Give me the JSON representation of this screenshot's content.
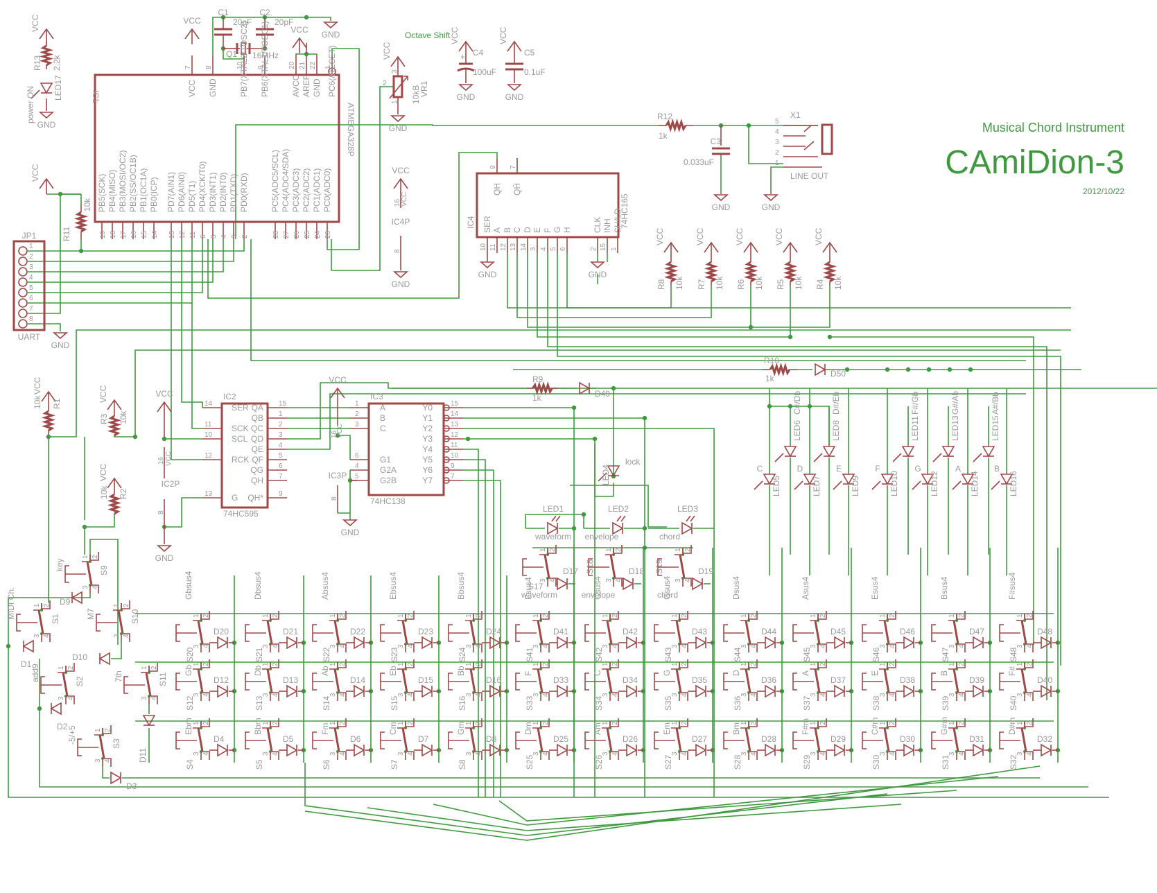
{
  "title": {
    "subtitle": "Musical Chord Instrument",
    "name": "CAmiDion-3",
    "date": "2012/10/22",
    "octave_label": "Octave Shift",
    "color": "#3f9a3f"
  },
  "colors": {
    "wire": "#3f9a3f",
    "part": "#a04848",
    "text": "#9a9a9a"
  },
  "power": {
    "vcc": "VCC",
    "gnd": "GND"
  },
  "ic1": {
    "ref": "IC1",
    "part": "ATMEGA328P",
    "top_pins": [
      {
        "num": "7",
        "name": "VCC"
      },
      {
        "num": "8",
        "name": "GND"
      },
      {
        "num": "10",
        "name": "PB7(XTAL2/TOSC2)"
      },
      {
        "num": "9",
        "name": "PB6(XTAL1/TOSC1)"
      },
      {
        "num": "20",
        "name": "AVCC"
      },
      {
        "num": "21",
        "name": "AREF"
      },
      {
        "num": "22",
        "name": "GND"
      },
      {
        "num": "1",
        "name": "PC6(/RESET)"
      }
    ],
    "bottom_pins": [
      {
        "num": "19",
        "name": "PB5(SCK)"
      },
      {
        "num": "18",
        "name": "PB4(MISO)"
      },
      {
        "num": "17",
        "name": "PB3(MOSI/OC2)"
      },
      {
        "num": "16",
        "name": "PB2(SS/OC1B)"
      },
      {
        "num": "15",
        "name": "PB1(OC1A)"
      },
      {
        "num": "14",
        "name": "PB0(ICP)"
      },
      {
        "num": "13",
        "name": "PD7(AIN1)"
      },
      {
        "num": "12",
        "name": "PD6(AIN0)"
      },
      {
        "num": "11",
        "name": "PD5(T1)"
      },
      {
        "num": "6",
        "name": "PD4(XCK/T0)"
      },
      {
        "num": "5",
        "name": "PD3(INT1)"
      },
      {
        "num": "4",
        "name": "PD2(INT0)"
      },
      {
        "num": "3",
        "name": "PD1(TXD)"
      },
      {
        "num": "2",
        "name": "PD0(RXD)"
      },
      {
        "num": "28",
        "name": "PC5(ADC5/SCL)"
      },
      {
        "num": "27",
        "name": "PC4(ADC4/SDA)"
      },
      {
        "num": "26",
        "name": "PC3(ADC3)"
      },
      {
        "num": "25",
        "name": "PC2(ADC2)"
      },
      {
        "num": "24",
        "name": "PC1(ADC1)"
      },
      {
        "num": "23",
        "name": "PC0(ADC0)"
      }
    ]
  },
  "crystal": {
    "c1": "C1",
    "c1v": "20pF",
    "c2": "C2",
    "c2v": "20pF",
    "q1": "Q1",
    "q1v": "16MHz"
  },
  "power_led": {
    "r": "R13",
    "rv": "2.2k",
    "led": "LED17",
    "label": "power ON"
  },
  "vr1": {
    "ref": "VR1",
    "value": "10kB",
    "pins": [
      "3",
      "2",
      "1"
    ]
  },
  "caps": {
    "c4": "C4",
    "c4v": "100uF",
    "c5": "C5",
    "c5v": "0.1uF",
    "c3": "C3",
    "c3v": "0.033uF"
  },
  "audio": {
    "r12": "R12",
    "r12v": "1k",
    "x1": "X1",
    "x1_label": "LINE OUT",
    "pins": [
      "5",
      "4",
      "3",
      "2",
      "1"
    ]
  },
  "ic4": {
    "ref": "IC4",
    "part": "74HC165",
    "pwr": "IC4P",
    "top_pins": [
      {
        "num": "9",
        "name": "QH"
      },
      {
        "num": "7",
        "name": "QH̄"
      }
    ],
    "bottom_pins": [
      {
        "num": "10",
        "name": "SER"
      },
      {
        "num": "11",
        "name": "A"
      },
      {
        "num": "12",
        "name": "B"
      },
      {
        "num": "13",
        "name": "C"
      },
      {
        "num": "14",
        "name": "D"
      },
      {
        "num": "3",
        "name": "E"
      },
      {
        "num": "4",
        "name": "F"
      },
      {
        "num": "5",
        "name": "G"
      },
      {
        "num": "6",
        "name": "H"
      },
      {
        "num": "2",
        "name": "CLK"
      },
      {
        "num": "15",
        "name": "INH"
      },
      {
        "num": "1",
        "name": "SH/LD"
      }
    ],
    "pwr_pins": {
      "vcc": "16",
      "gnd": "8"
    }
  },
  "pullups": [
    {
      "ref": "R8",
      "v": "10k"
    },
    {
      "ref": "R7",
      "v": "10k"
    },
    {
      "ref": "R6",
      "v": "10k"
    },
    {
      "ref": "R5",
      "v": "10k"
    },
    {
      "ref": "R4",
      "v": "10k"
    }
  ],
  "jp1": {
    "ref": "JP1",
    "label": "UART",
    "pins": [
      "1",
      "2",
      "3",
      "4",
      "5",
      "6",
      "7",
      "8"
    ]
  },
  "r11": {
    "ref": "R11",
    "v": "10k"
  },
  "r1": {
    "ref": "R1",
    "v": "10k"
  },
  "r2": {
    "ref": "R2",
    "v": "10k"
  },
  "r3": {
    "ref": "R3",
    "v": "10k"
  },
  "ic2": {
    "ref": "IC2",
    "part": "74HC595",
    "pwr": "IC2P",
    "left_pins": [
      {
        "num": "14",
        "name": "SER"
      },
      {
        "num": "11",
        "name": "SCK"
      },
      {
        "num": "10",
        "name": "SCL"
      },
      {
        "num": "12",
        "name": "RCK"
      },
      {
        "num": "13",
        "name": "G"
      }
    ],
    "right_pins": [
      {
        "num": "15",
        "name": "QA"
      },
      {
        "num": "1",
        "name": "QB"
      },
      {
        "num": "2",
        "name": "QC"
      },
      {
        "num": "3",
        "name": "QD"
      },
      {
        "num": "4",
        "name": "QE"
      },
      {
        "num": "5",
        "name": "QF"
      },
      {
        "num": "6",
        "name": "QG"
      },
      {
        "num": "7",
        "name": "QH"
      },
      {
        "num": "9",
        "name": "QH*"
      }
    ],
    "pwr_pins": {
      "vcc": "16",
      "gnd": "8"
    }
  },
  "ic3": {
    "ref": "IC3",
    "part": "74HC138",
    "pwr": "IC3P",
    "left_pins": [
      {
        "num": "1",
        "name": "A"
      },
      {
        "num": "2",
        "name": "B"
      },
      {
        "num": "3",
        "name": "C"
      },
      {
        "num": "6",
        "name": "G1"
      },
      {
        "num": "4",
        "name": "G2A"
      },
      {
        "num": "5",
        "name": "G2B"
      }
    ],
    "right_pins": [
      {
        "num": "15",
        "name": "Y0"
      },
      {
        "num": "14",
        "name": "Y1"
      },
      {
        "num": "13",
        "name": "Y2"
      },
      {
        "num": "12",
        "name": "Y3"
      },
      {
        "num": "11",
        "name": "Y4"
      },
      {
        "num": "10",
        "name": "Y5"
      },
      {
        "num": "9",
        "name": "Y6"
      },
      {
        "num": "7",
        "name": "Y7"
      }
    ],
    "pwr_pins": {
      "vcc": "16",
      "gnd": "8"
    }
  },
  "led_drivers": {
    "r9": "R9",
    "r9v": "1k",
    "d49": "D49",
    "r10": "R10",
    "r10v": "1k",
    "d50": "D50"
  },
  "status_leds": [
    {
      "ref": "LED1",
      "label": "waveform"
    },
    {
      "ref": "LED2",
      "label": "envelope"
    },
    {
      "ref": "LED3",
      "label": "chord"
    },
    {
      "ref": "LED4",
      "label": "lock"
    }
  ],
  "note_leds": [
    {
      "ref": "LED5",
      "note": "C"
    },
    {
      "ref": "LED6",
      "note": "C#/Db"
    },
    {
      "ref": "LED7",
      "note": "D"
    },
    {
      "ref": "LED8",
      "note": "D#/Eb"
    },
    {
      "ref": "LED9",
      "note": "E"
    },
    {
      "ref": "LED10",
      "note": "F"
    },
    {
      "ref": "LED11",
      "note": "F#/Gb"
    },
    {
      "ref": "LED12",
      "note": "G"
    },
    {
      "ref": "LED13",
      "note": "G#/Ab"
    },
    {
      "ref": "LED14",
      "note": "A"
    },
    {
      "ref": "LED15",
      "note": "A#/Bb"
    },
    {
      "ref": "LED16",
      "note": "B"
    }
  ],
  "mode_switches": [
    {
      "ref": "S17",
      "diode": "D17",
      "label": "waveform"
    },
    {
      "ref": "S18",
      "diode": "D18",
      "label": "envelope"
    },
    {
      "ref": "S19",
      "diode": "D19",
      "label": "chord"
    }
  ],
  "modifier_switches": [
    {
      "ref": "S9",
      "diode": "D9",
      "label": "key"
    },
    {
      "ref": "S1",
      "diode": "D1",
      "label": "MIDI Ch."
    },
    {
      "ref": "S10",
      "diode": "D10",
      "label": "M7"
    },
    {
      "ref": "S2",
      "diode": "D2",
      "label": "add9"
    },
    {
      "ref": "S11",
      "diode": "D11",
      "label": "7th"
    },
    {
      "ref": "S3",
      "diode": "D3",
      "label": "-5/+5"
    }
  ],
  "chord_matrix": {
    "sus4_row": [
      {
        "s": "S20",
        "d": "D20",
        "n": "Gbsus4"
      },
      {
        "s": "S21",
        "d": "D21",
        "n": "Dbsus4"
      },
      {
        "s": "S22",
        "d": "D22",
        "n": "Absus4"
      },
      {
        "s": "S23",
        "d": "D23",
        "n": "Ebsus4"
      },
      {
        "s": "S24",
        "d": "D24",
        "n": "Bbsus4"
      },
      {
        "s": "S41",
        "d": "D41",
        "n": "Fsus4"
      },
      {
        "s": "S42",
        "d": "D42",
        "n": "Csus4"
      },
      {
        "s": "S43",
        "d": "D43",
        "n": "Gsus4"
      },
      {
        "s": "S44",
        "d": "D44",
        "n": "Dsus4"
      },
      {
        "s": "S45",
        "d": "D45",
        "n": "Asus4"
      },
      {
        "s": "S46",
        "d": "D46",
        "n": "Esus4"
      },
      {
        "s": "S47",
        "d": "D47",
        "n": "Bsus4"
      },
      {
        "s": "S48",
        "d": "D48",
        "n": "F#sus4"
      }
    ],
    "major_row": [
      {
        "s": "S12",
        "d": "D12",
        "n": "Gb"
      },
      {
        "s": "S13",
        "d": "D13",
        "n": "Db"
      },
      {
        "s": "S14",
        "d": "D14",
        "n": "Ab"
      },
      {
        "s": "S15",
        "d": "D15",
        "n": "Eb"
      },
      {
        "s": "S16",
        "d": "D16",
        "n": "Bb"
      },
      {
        "s": "S33",
        "d": "D33",
        "n": "F"
      },
      {
        "s": "S34",
        "d": "D34",
        "n": "C"
      },
      {
        "s": "S35",
        "d": "D35",
        "n": "G"
      },
      {
        "s": "S36",
        "d": "D36",
        "n": "D"
      },
      {
        "s": "S37",
        "d": "D37",
        "n": "A"
      },
      {
        "s": "S38",
        "d": "D38",
        "n": "E"
      },
      {
        "s": "S39",
        "d": "D39",
        "n": "B"
      },
      {
        "s": "S40",
        "d": "D40",
        "n": "F#"
      }
    ],
    "minor_row": [
      {
        "s": "S4",
        "d": "D4",
        "n": "Ebm"
      },
      {
        "s": "S5",
        "d": "D5",
        "n": "Bbm"
      },
      {
        "s": "S6",
        "d": "D6",
        "n": "Fm"
      },
      {
        "s": "S7",
        "d": "D7",
        "n": "Cm"
      },
      {
        "s": "S8",
        "d": "D8",
        "n": "Gm"
      },
      {
        "s": "S25",
        "d": "D25",
        "n": "Dm"
      },
      {
        "s": "S26",
        "d": "D26",
        "n": "Am"
      },
      {
        "s": "S27",
        "d": "D27",
        "n": "Em"
      },
      {
        "s": "S28",
        "d": "D28",
        "n": "Bm"
      },
      {
        "s": "S29",
        "d": "D29",
        "n": "F#m"
      },
      {
        "s": "S30",
        "d": "D30",
        "n": "C#m"
      },
      {
        "s": "S31",
        "d": "D31",
        "n": "G#m"
      },
      {
        "s": "S32",
        "d": "D32",
        "n": "D#m"
      }
    ],
    "switch_pins": [
      "1",
      "2",
      "3",
      "4"
    ]
  }
}
